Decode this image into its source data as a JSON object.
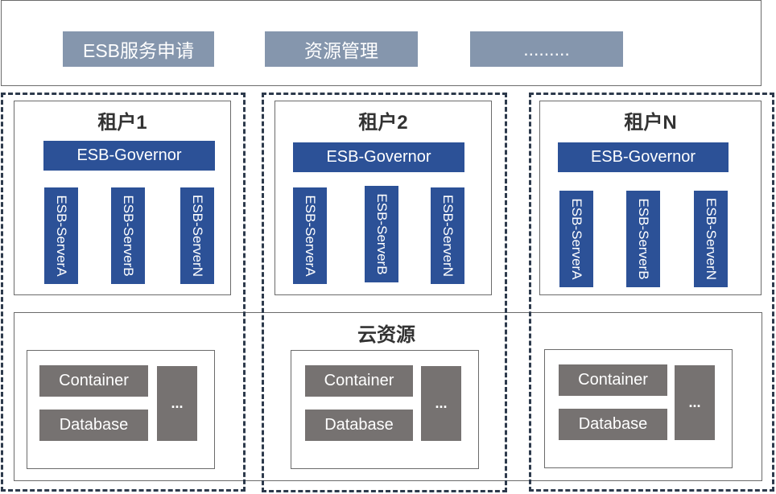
{
  "header": {
    "buttons": [
      "ESB服务申请",
      "资源管理",
      "........."
    ]
  },
  "tenants": [
    {
      "title": "租户1",
      "governor": "ESB-Governor",
      "servers": [
        "ESB-ServerA",
        "ESB-ServerB",
        "ESB-ServerN"
      ]
    },
    {
      "title": "租户2",
      "governor": "ESB-Governor",
      "servers": [
        "ESB-ServerA",
        "ESB-ServerB",
        "ESB-ServerN"
      ]
    },
    {
      "title": "租户N",
      "governor": "ESB-Governor",
      "servers": [
        "ESB-ServerA",
        "ESB-ServerB",
        "ESB-ServerN"
      ]
    }
  ],
  "cloud": {
    "title": "云资源",
    "panels": [
      {
        "container": "Container",
        "database": "Database",
        "more": "..."
      },
      {
        "container": "Container",
        "database": "Database",
        "more": "..."
      },
      {
        "container": "Container",
        "database": "Database",
        "more": "..."
      }
    ]
  },
  "colors": {
    "header_button": "#8596ad",
    "esb_blue": "#2c5197",
    "resource_gray": "#767271",
    "dashed_border": "#2d3a4c"
  }
}
